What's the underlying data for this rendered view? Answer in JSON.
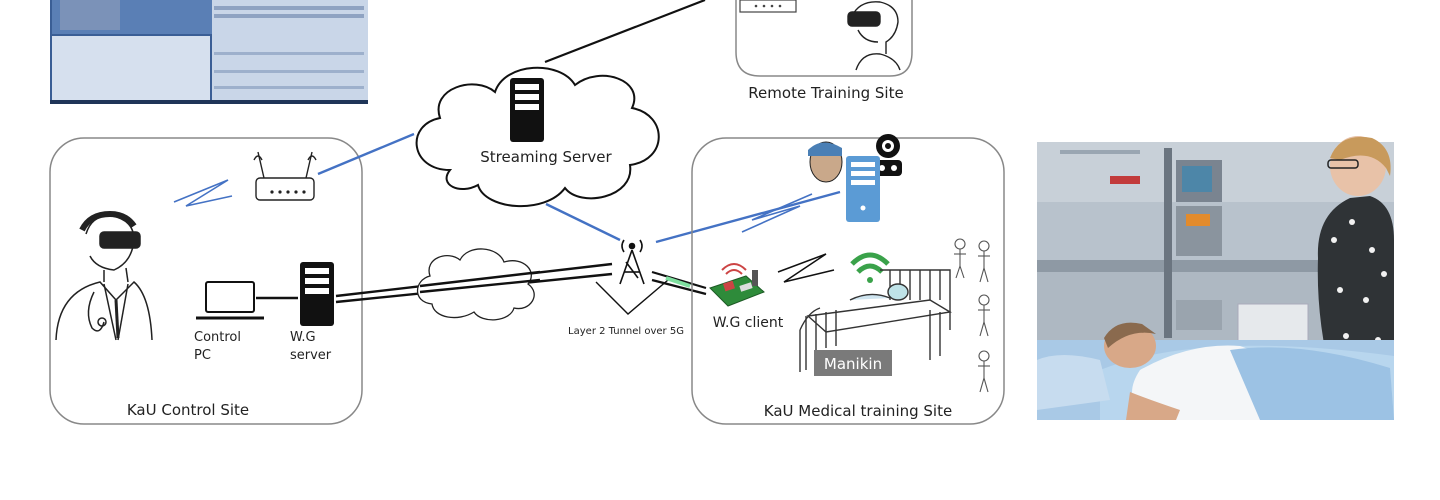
{
  "labels": {
    "streaming_server": "Streaming Server",
    "remote_site": "Remote Training Site",
    "control_site": "KaU Control Site",
    "control_pc_line1": "Control",
    "control_pc_line2": "PC",
    "wg_server_line1": "W.G",
    "wg_server_line2": "server",
    "tunnel": "Layer 2 Tunnel over 5G",
    "wg_client": "W.G client",
    "manikin": "Manikin",
    "medical_site": "KaU Medical training Site"
  },
  "colors": {
    "blue_link": "#4472c4",
    "box_stroke": "#888888",
    "screen_blue": "#3a5e95",
    "photo_wall": "#b8c2cc",
    "bed_blue": "#a9c9e6"
  }
}
